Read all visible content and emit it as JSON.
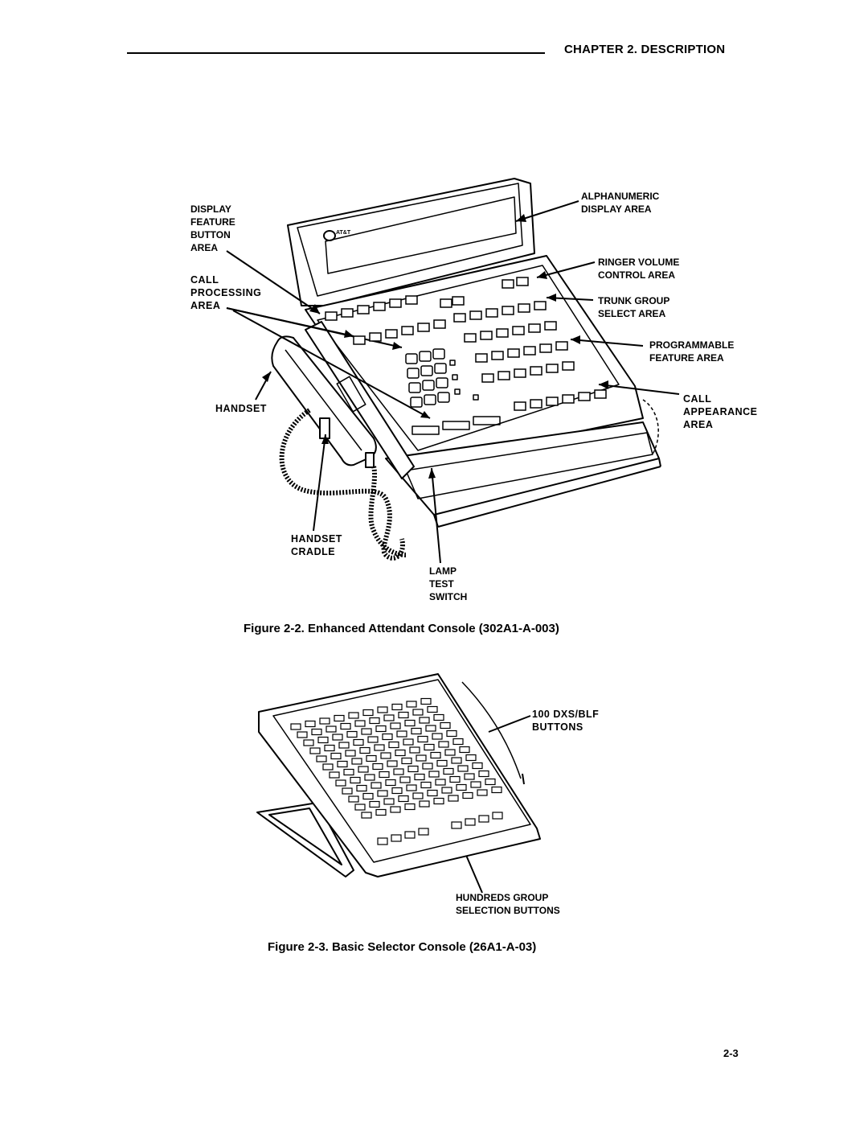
{
  "header": {
    "chapter": "CHAPTER 2. DESCRIPTION"
  },
  "figure1": {
    "labels": {
      "display_feature": "DISPLAY\nFEATURE\nBUTTON\nAREA",
      "call_processing": "CALL\nPROCESSING\nAREA",
      "handset": "HANDSET",
      "handset_cradle": "HANDSET\nCRADLE",
      "lamp_test": "LAMP\nTEST\nSWITCH",
      "alphanumeric": "ALPHANUMERIC\nDISPLAY AREA",
      "ringer_volume": "RINGER VOLUME\nCONTROL AREA",
      "trunk_group": "TRUNK GROUP\nSELECT AREA",
      "programmable": "PROGRAMMABLE\nFEATURE AREA",
      "call_appearance": "CALL\nAPPEARANCE\nAREA",
      "logo": "AT&T"
    },
    "caption": "Figure 2-2. Enhanced Attendant Console (302A1-A-003)"
  },
  "figure2": {
    "labels": {
      "dxs_blf": "100 DXS/BLF\nBUTTONS",
      "hundreds_group": "HUNDREDS GROUP\nSELECTION BUTTONS"
    },
    "caption": "Figure 2-3. Basic Selector Console (26A1-A-03)"
  },
  "page_number": "2-3"
}
